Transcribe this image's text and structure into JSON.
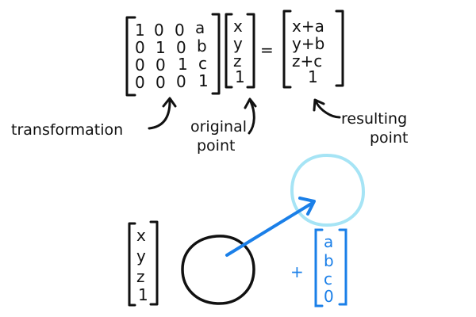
{
  "colors": {
    "ink": "#111111",
    "blue": "#1a7fe8",
    "light_blue": "#a6e4f5"
  },
  "equation": {
    "transformation_matrix": [
      [
        "1",
        "0",
        "0",
        "a"
      ],
      [
        "0",
        "1",
        "0",
        "b"
      ],
      [
        "0",
        "0",
        "1",
        "c"
      ],
      [
        "0",
        "0",
        "0",
        "1"
      ]
    ],
    "point_vector": [
      "x",
      "y",
      "z",
      "1"
    ],
    "equals": "=",
    "result_vector": [
      "x+a",
      "y+b",
      "z+c",
      "1"
    ]
  },
  "labels": {
    "transformation": "transformation",
    "original_line1": "original",
    "original_line2": "point",
    "resulting_line1": "resulting",
    "resulting_line2": "point"
  },
  "illustration": {
    "point_vector": [
      "x",
      "y",
      "z",
      "1"
    ],
    "plus": "+",
    "translation_vector": [
      "a",
      "b",
      "c",
      "0"
    ]
  }
}
